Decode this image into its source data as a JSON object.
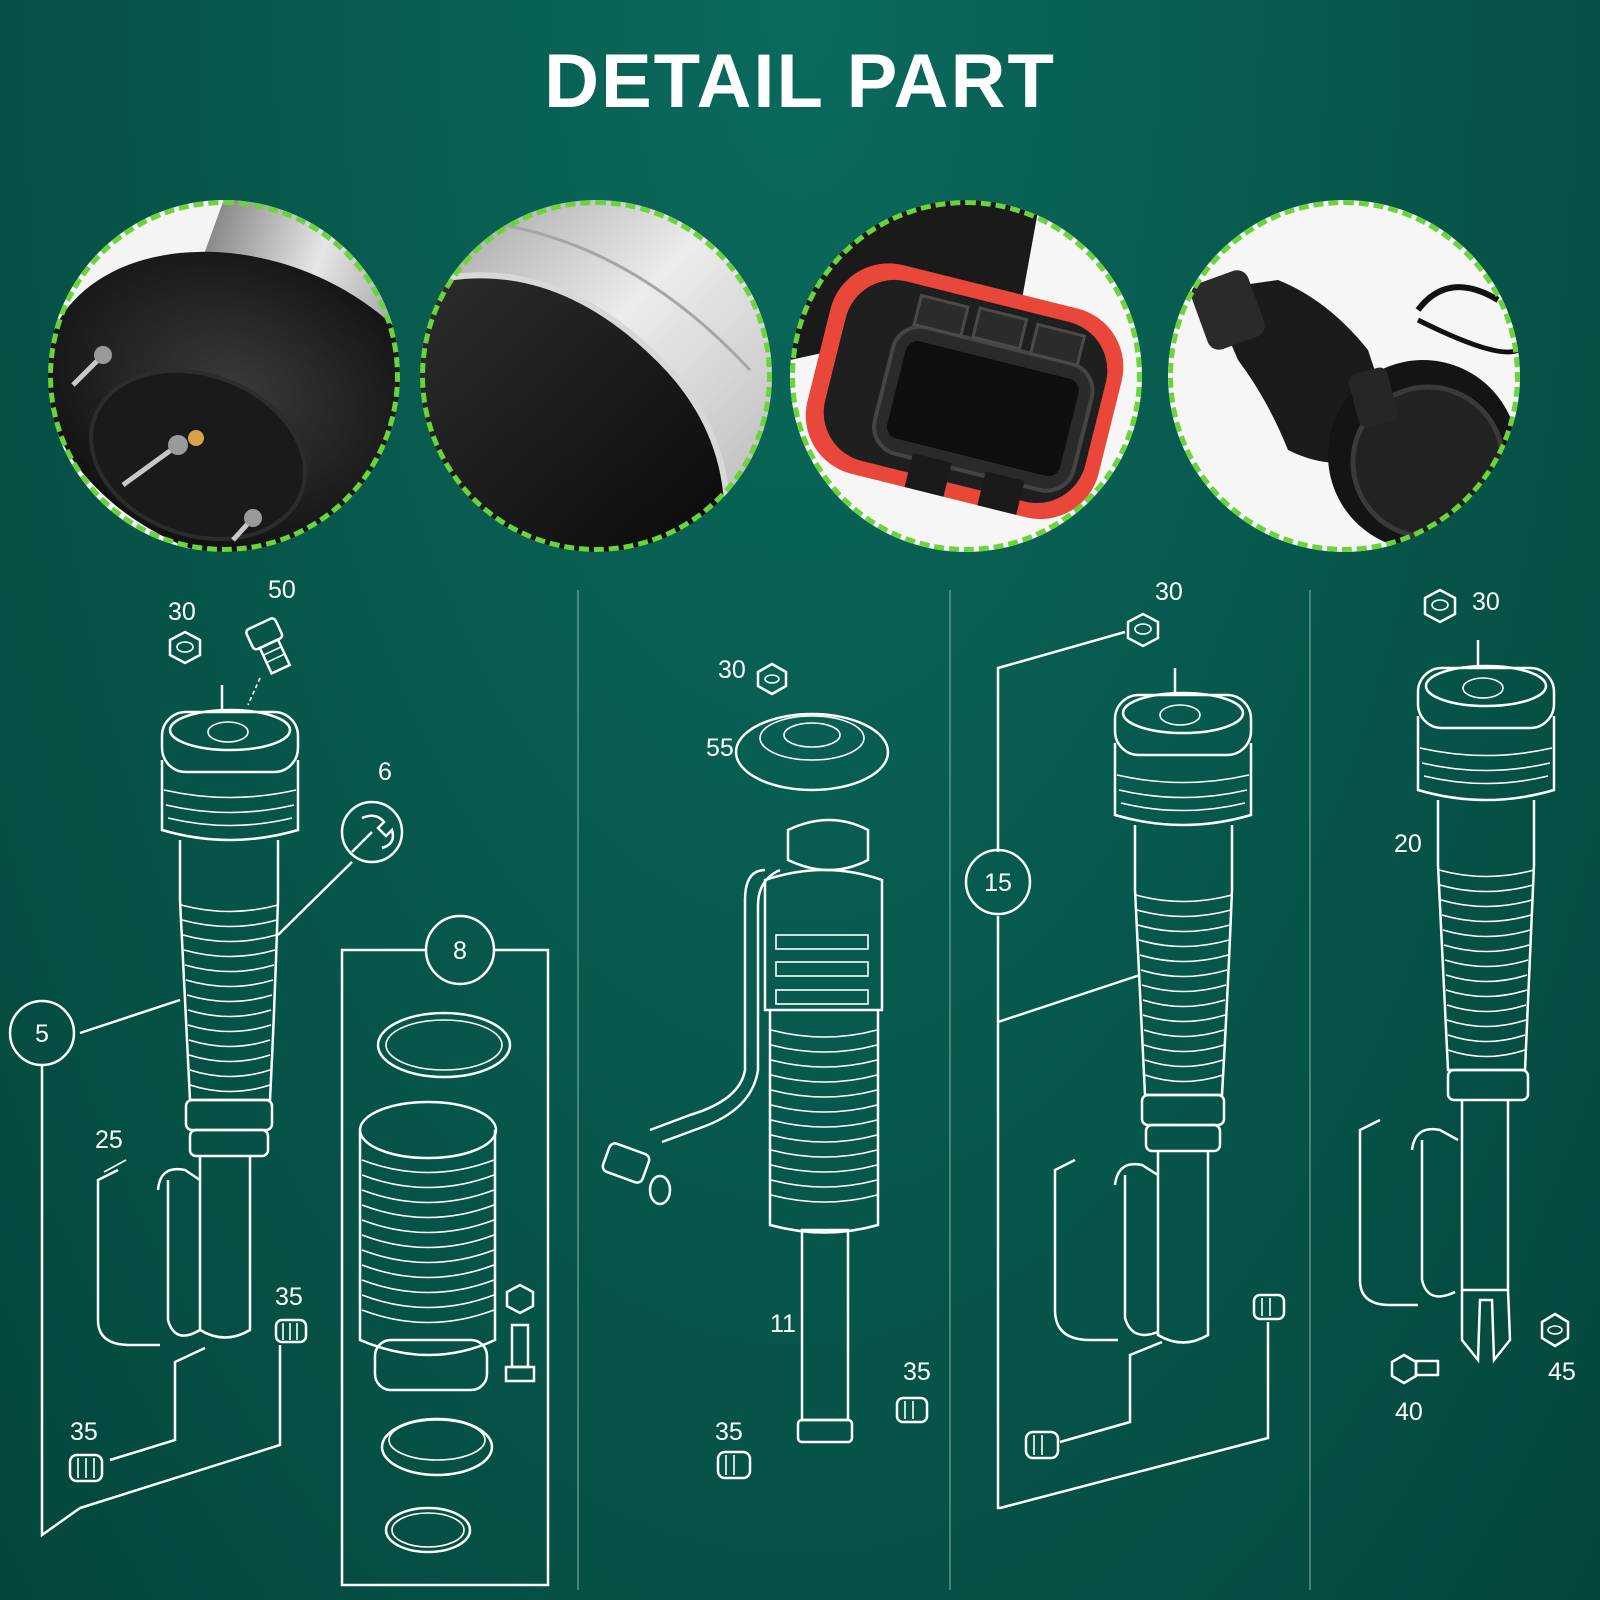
{
  "title": "DETAIL PART",
  "colors": {
    "background_top": "#0a6a5c",
    "background_bottom": "#04463c",
    "photo_ring": "#6ad43a",
    "seal_red": "#e8473a",
    "line_art": "#ffffff"
  },
  "photos": [
    {
      "name": "air-spring-top-mount"
    },
    {
      "name": "air-bellow-aluminum-cap"
    },
    {
      "name": "electrical-connector"
    },
    {
      "name": "air-inlet-valve"
    }
  ],
  "callouts": {
    "p1_30": "30",
    "p1_50": "50",
    "p1_6": "6",
    "p1_5": "5",
    "p1_8": "8",
    "p1_25": "25",
    "p1_35a": "35",
    "p1_35b": "35",
    "p2_30": "30",
    "p2_55": "55",
    "p2_11": "11",
    "p2_35a": "35",
    "p2_35b": "35",
    "p3_30": "30",
    "p3_15": "15",
    "p4_30": "30",
    "p4_20": "20",
    "p4_40": "40",
    "p4_45": "45"
  }
}
